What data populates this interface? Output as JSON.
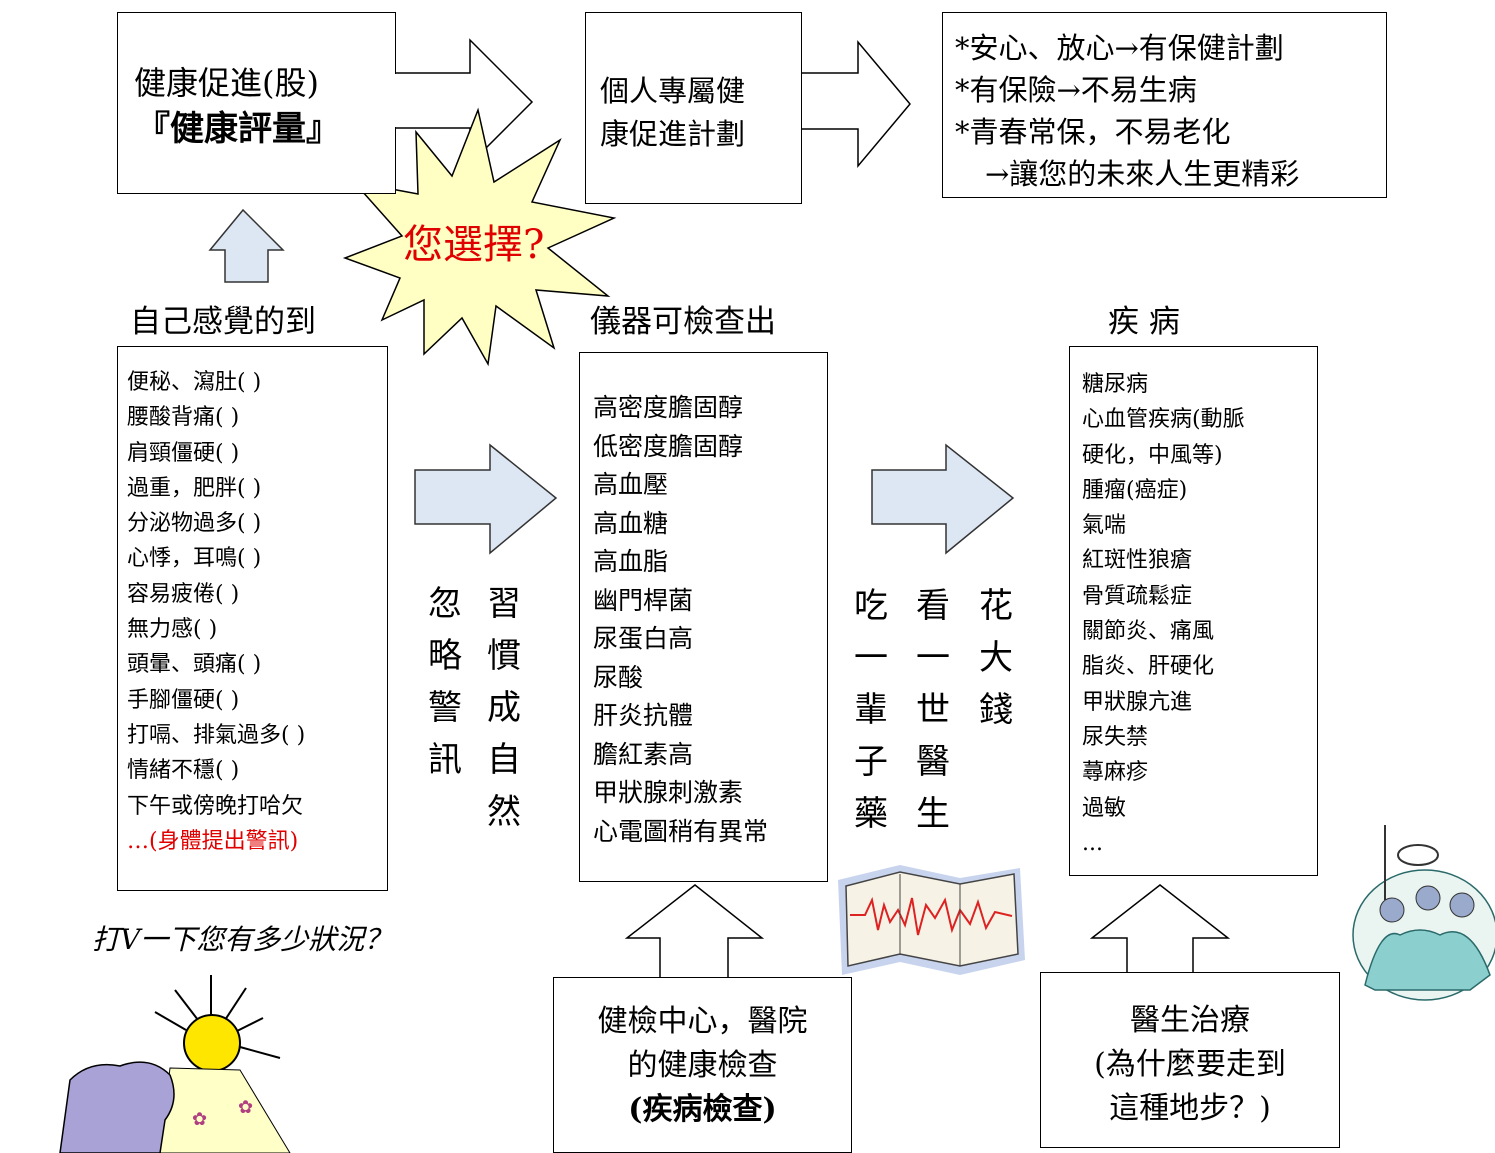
{
  "top_left": {
    "line1": "健康促進(股)",
    "line2": "『健康評量』"
  },
  "top_middle": {
    "line1": "個人專屬健",
    "line2": "康促進計劃"
  },
  "top_right": {
    "lines": [
      "*安心、放心→有保健計劃",
      "*有保險→不易生病",
      "*青春常保，不易老化",
      "→讓您的未來人生更精彩"
    ]
  },
  "starburst_text": "您選擇?",
  "headers": {
    "self_feel": "自己感覺的到",
    "instrument": "儀器可檢查出",
    "disease": "疾 病"
  },
  "symptoms": [
    "便秘、瀉肚( )",
    "腰酸背痛( )",
    "肩頸僵硬( )",
    "過重，肥胖( )",
    "分泌物過多( )",
    "心悸，耳鳴( )",
    "容易疲倦( )",
    "無力感( )",
    "頭暈、頭痛( )",
    "手腳僵硬( )",
    "打嗝、排氣過多( )",
    "情緒不穩( )",
    "下午或傍晚打哈欠",
    "…(身體提出警訊)"
  ],
  "instrument_items": [
    "高密度膽固醇",
    "低密度膽固醇",
    "高血壓",
    "高血糖",
    "高血脂",
    "幽門桿菌",
    "尿蛋白高",
    "尿酸",
    "肝炎抗體",
    "膽紅素高",
    "甲狀腺刺激素",
    "心電圖稍有異常"
  ],
  "disease_items": [
    "糖尿病",
    "心血管疾病(動脈",
    "硬化，中風等)",
    "腫瘤(癌症)",
    "氣喘",
    "紅斑性狼瘡",
    "骨質疏鬆症",
    "關節炎、痛風",
    "脂炎、肝硬化",
    "甲狀腺亢進",
    "尿失禁",
    "蕁麻疹",
    "過敏",
    "..."
  ],
  "vertical_left": {
    "col1": [
      "忽",
      "略",
      "警",
      "訊"
    ],
    "col2": [
      "習",
      "慣",
      "成",
      "自",
      "然"
    ]
  },
  "vertical_right": {
    "col1": [
      "吃",
      "一",
      "輩",
      "子",
      "藥"
    ],
    "col2": [
      "看",
      "一",
      "世",
      "醫",
      "生"
    ],
    "col3": [
      "花",
      "大",
      "錢"
    ]
  },
  "checkup_box": {
    "line1": "健檢中心，醫院",
    "line2": "的健康檢查",
    "line3": "(疾病檢查)"
  },
  "doctor_box": {
    "line1": "醫生治療",
    "line2": "(為什麼要走到",
    "line3": "這種地步？)"
  },
  "caption": "打V一下您有多少狀況？",
  "colors": {
    "arrow_fill": "#dde6f3",
    "starburst_fill": "#ffffc4",
    "warning_red": "#e00000"
  }
}
